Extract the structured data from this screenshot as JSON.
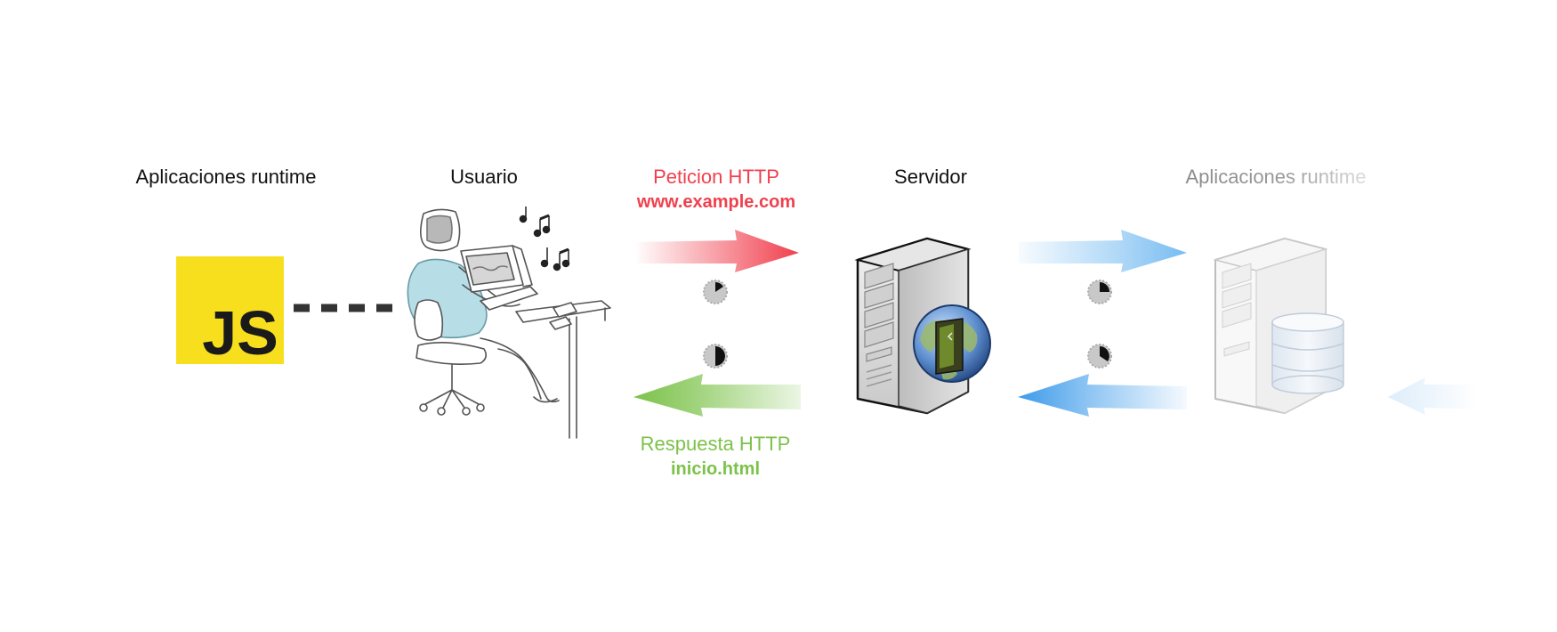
{
  "labels": {
    "runtime_left": "Aplicaciones runtime",
    "user": "Usuario",
    "request": "Peticion HTTP",
    "request_url": "www.example.com",
    "server": "Servidor",
    "runtime_right": "Aplicaciones runtime",
    "response": "Respuesta HTTP",
    "response_file": "inicio.html"
  },
  "logo": {
    "js_text": "JS"
  },
  "colors": {
    "request": "#f0404e",
    "response": "#7cc24a",
    "backend_arrow": "#5fb0ef",
    "js_yellow": "#f7df1e",
    "js_text": "#1a1a1a",
    "connector": "#333333"
  },
  "icons": {
    "user": "user-at-computer-icon",
    "server": "web-server-icon",
    "db_server": "database-server-icon",
    "timer": "timer-icon"
  }
}
